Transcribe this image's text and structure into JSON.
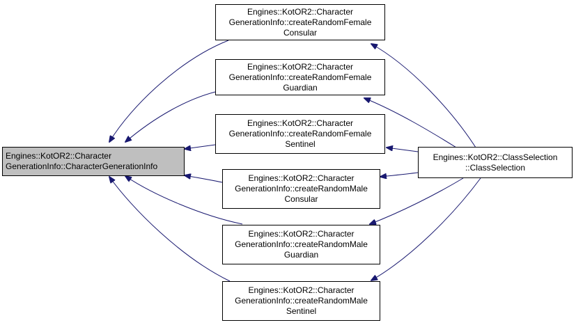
{
  "colors": {
    "root_fill": "#bfbfbf",
    "edge": "#191970",
    "border": "#000000",
    "background": "#ffffff"
  },
  "nodes": {
    "root": {
      "lines": [
        "Engines::KotOR2::Character",
        "GenerationInfo::CharacterGenerationInfo"
      ]
    },
    "female_consular": {
      "lines": [
        "Engines::KotOR2::Character",
        "GenerationInfo::createRandomFemale",
        "Consular"
      ]
    },
    "female_guardian": {
      "lines": [
        "Engines::KotOR2::Character",
        "GenerationInfo::createRandomFemale",
        "Guardian"
      ]
    },
    "female_sentinel": {
      "lines": [
        "Engines::KotOR2::Character",
        "GenerationInfo::createRandomFemale",
        "Sentinel"
      ]
    },
    "male_consular": {
      "lines": [
        "Engines::KotOR2::Character",
        "GenerationInfo::createRandomMale",
        "Consular"
      ]
    },
    "male_guardian": {
      "lines": [
        "Engines::KotOR2::Character",
        "GenerationInfo::createRandomMale",
        "Guardian"
      ]
    },
    "male_sentinel": {
      "lines": [
        "Engines::KotOR2::Character",
        "GenerationInfo::createRandomMale",
        "Sentinel"
      ]
    },
    "class_selection": {
      "lines": [
        "Engines::KotOR2::ClassSelection",
        "::ClassSelection"
      ]
    }
  },
  "edges": [
    {
      "from": "female_consular",
      "to": "root"
    },
    {
      "from": "female_guardian",
      "to": "root"
    },
    {
      "from": "female_sentinel",
      "to": "root"
    },
    {
      "from": "male_consular",
      "to": "root"
    },
    {
      "from": "male_guardian",
      "to": "root"
    },
    {
      "from": "male_sentinel",
      "to": "root"
    },
    {
      "from": "class_selection",
      "to": "female_consular"
    },
    {
      "from": "class_selection",
      "to": "female_guardian"
    },
    {
      "from": "class_selection",
      "to": "female_sentinel"
    },
    {
      "from": "class_selection",
      "to": "male_consular"
    },
    {
      "from": "class_selection",
      "to": "male_guardian"
    },
    {
      "from": "class_selection",
      "to": "male_sentinel"
    }
  ]
}
